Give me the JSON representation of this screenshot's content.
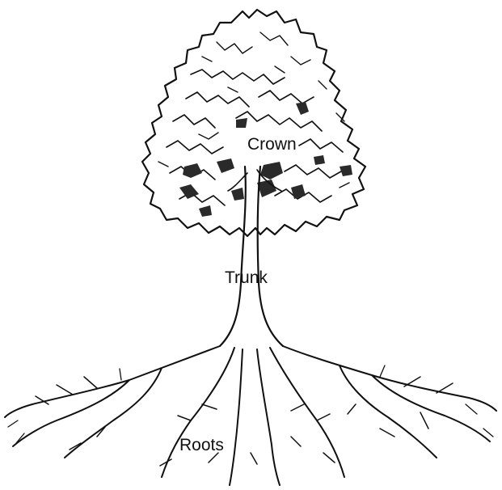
{
  "diagram": {
    "labels": {
      "crown": "Crown",
      "trunk": "Trunk",
      "roots": "Roots"
    }
  },
  "colors": {
    "ink": "#111111",
    "background": "#ffffff",
    "shadow": "#2a2a2a"
  }
}
